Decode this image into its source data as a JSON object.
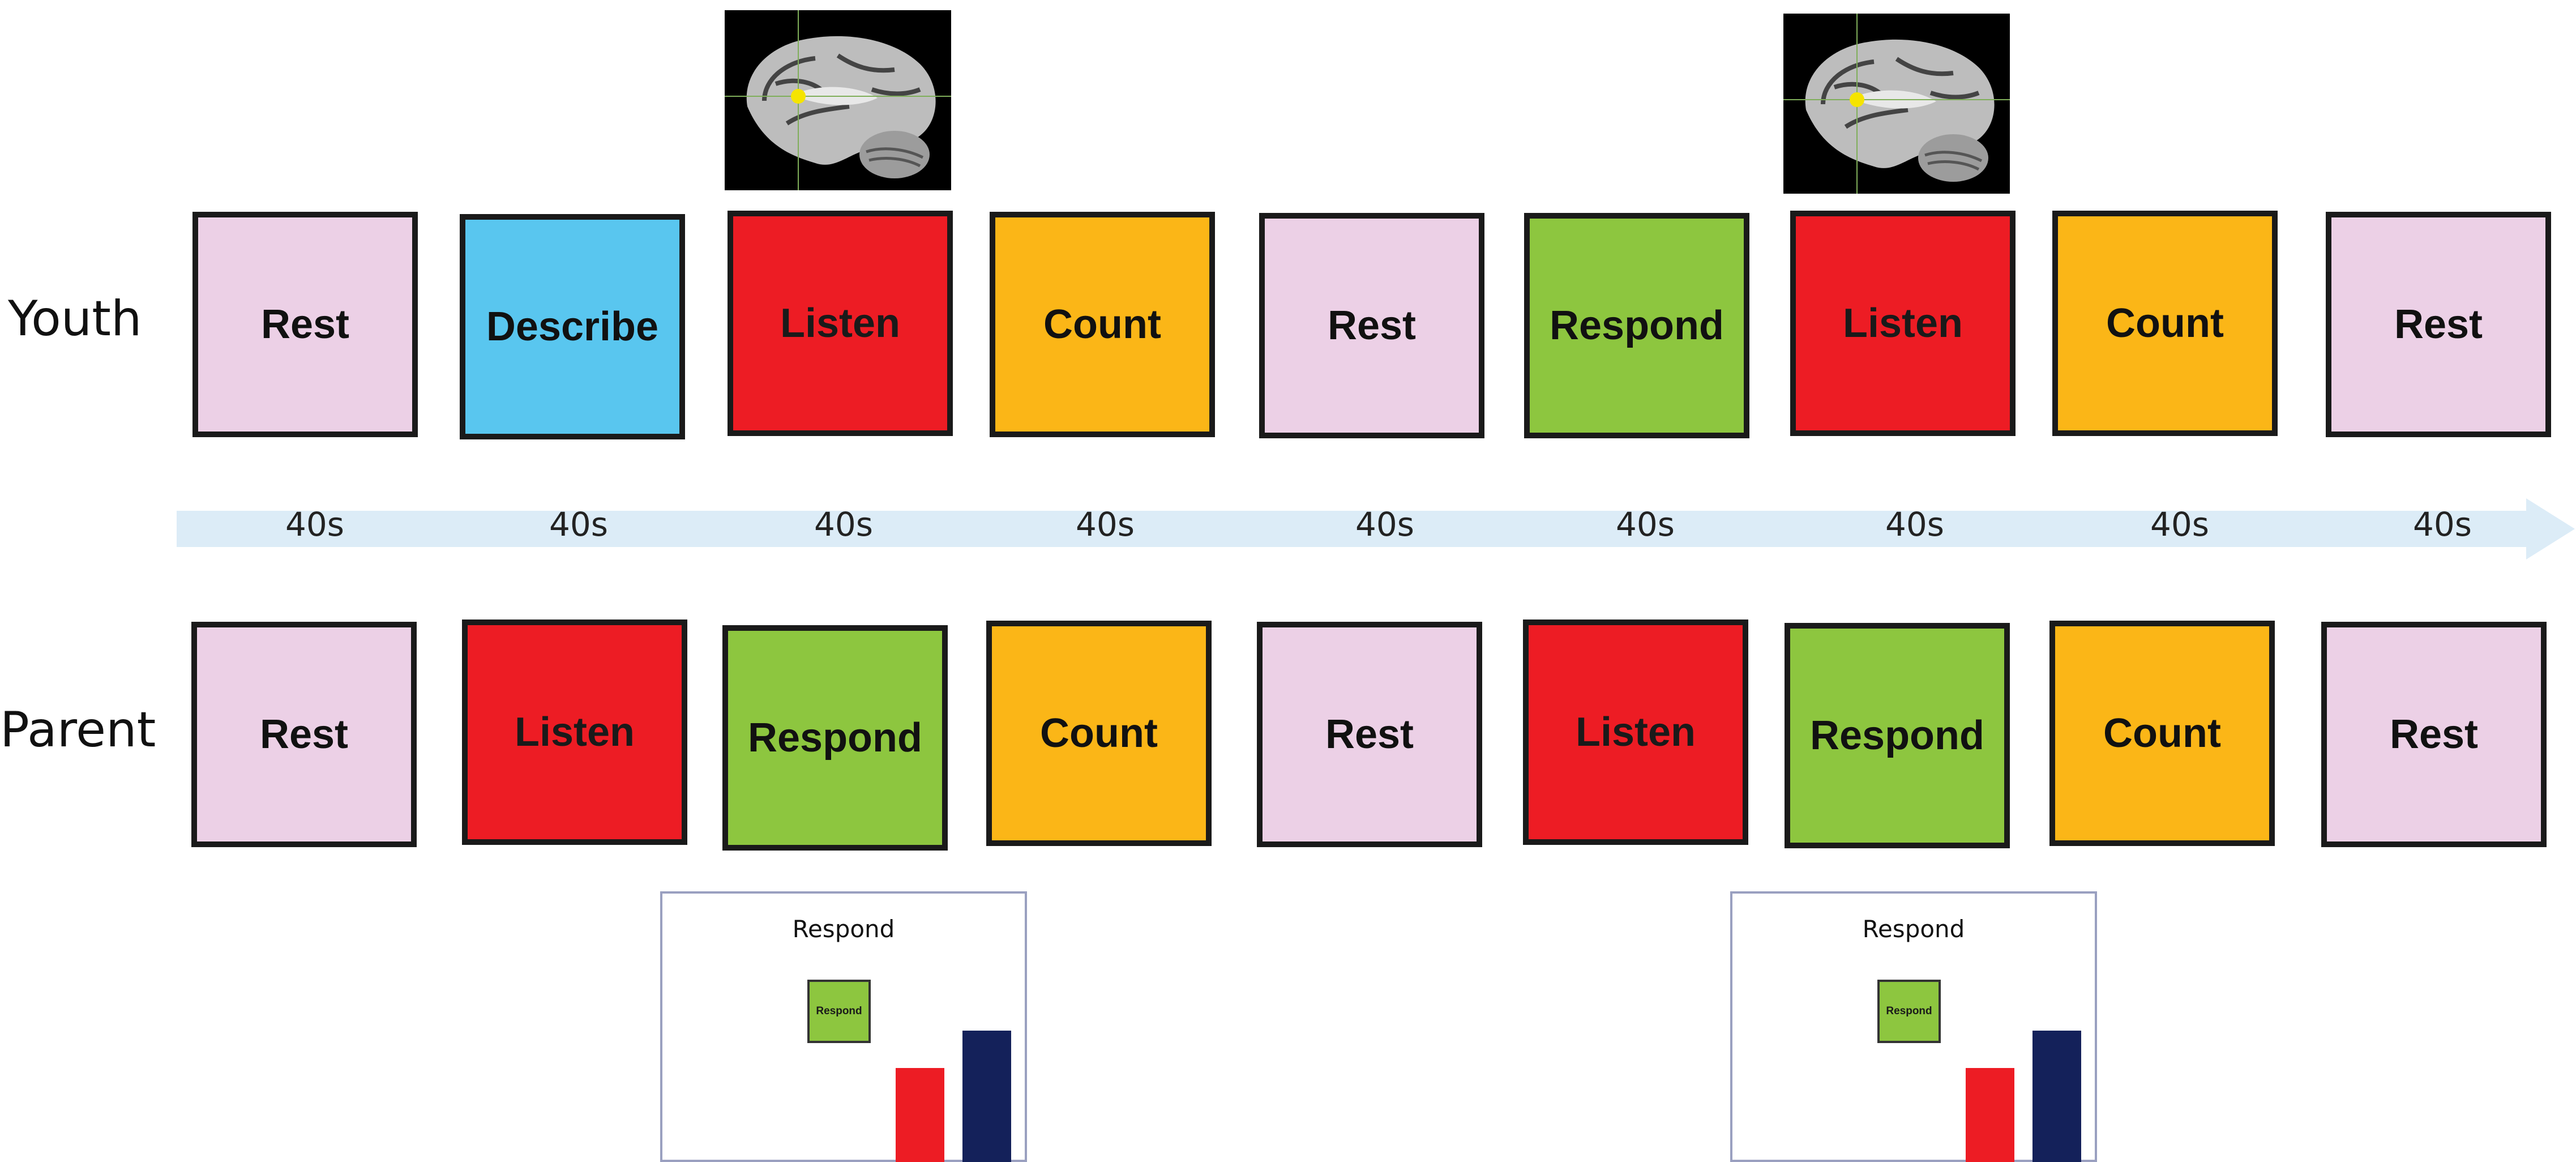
{
  "rows": [
    {
      "label": "Youth",
      "blocks": [
        "Rest",
        "Describe",
        "Listen",
        "Count",
        "Rest",
        "Respond",
        "Listen",
        "Count",
        "Rest"
      ]
    },
    {
      "label": "Parent",
      "blocks": [
        "Rest",
        "Listen",
        "Respond",
        "Count",
        "Rest",
        "Listen",
        "Respond",
        "Count",
        "Rest"
      ]
    }
  ],
  "timeline": {
    "durations": [
      "40s",
      "40s",
      "40s",
      "40s",
      "40s",
      "40s",
      "40s",
      "40s",
      "40s"
    ]
  },
  "insets": [
    {
      "title": "Respond",
      "button_label": "Respond"
    },
    {
      "title": "Respond",
      "button_label": "Respond"
    }
  ],
  "colors": {
    "rest": "#ecd0e6",
    "describe": "#59c6ef",
    "listen": "#ed1c24",
    "count": "#fbb617",
    "respond": "#8dc63f",
    "timeline": "#dcecf7"
  }
}
